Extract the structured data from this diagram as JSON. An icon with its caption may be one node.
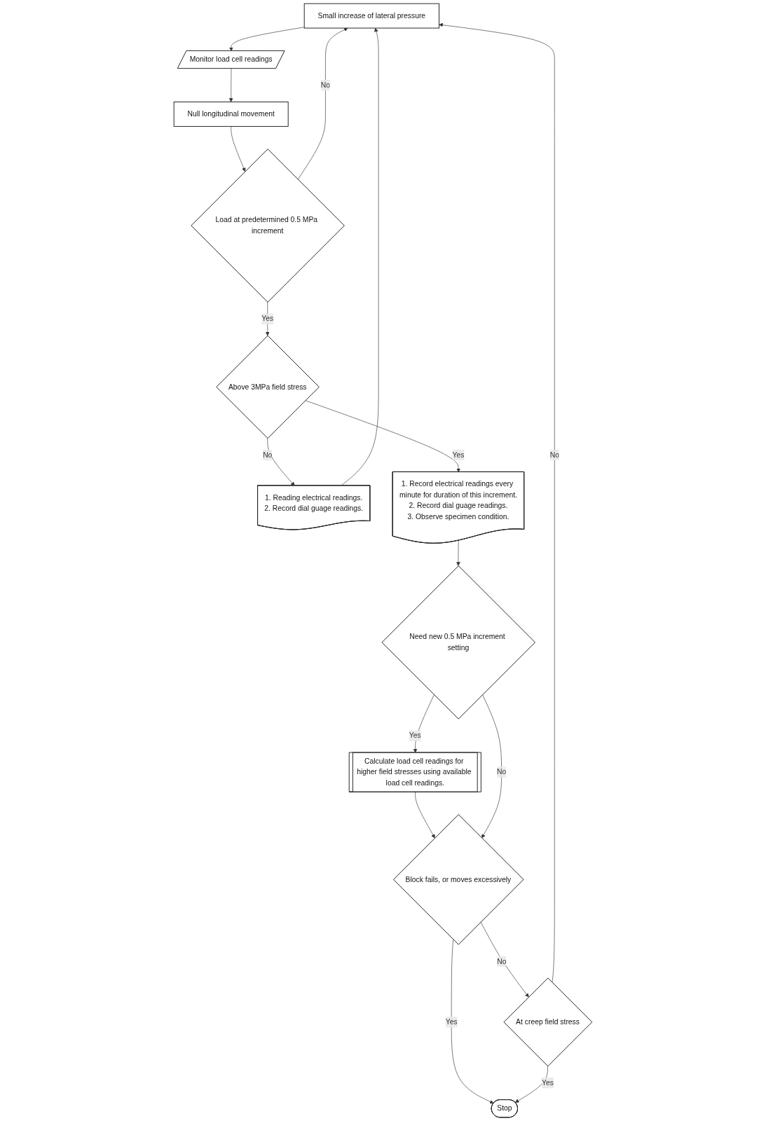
{
  "diagram": {
    "nodes": [
      {
        "text": [
          "Small increase of lateral pressure"
        ]
      },
      {
        "text": [
          "Monitor load cell readings"
        ]
      },
      {
        "text": [
          "Null longitudinal movement"
        ]
      },
      {
        "text": [
          "Load at predetermined 0.5 MPa increment"
        ]
      },
      {
        "text": [
          "Above 3MPa field stress"
        ]
      },
      {
        "text": [
          "1. Reading electrical readings.",
          "2. Record dial guage readings."
        ]
      },
      {
        "text": [
          "1. Record electrical readings every minute for duration of this increment.",
          "2. Record dial guage readings.",
          "3. Observe specimen condition."
        ]
      },
      {
        "text": [
          "Need new 0.5 MPa increment setting"
        ]
      },
      {
        "text": [
          "Calculate load cell readings for higher field stresses using available load cell readings."
        ]
      },
      {
        "text": [
          "Block fails, or moves excessively"
        ]
      },
      {
        "text": [
          "Stop"
        ]
      },
      {
        "text": [
          "At creep field stress"
        ]
      }
    ],
    "edges": [
      {
        "from": 0,
        "to": 1,
        "arrow": "to"
      },
      {
        "from": 1,
        "to": 2,
        "arrow": "to"
      },
      {
        "from": 2,
        "to": 3,
        "arrow": "to"
      },
      {
        "from": 3,
        "to": 0,
        "label": "No",
        "arrow": "to"
      },
      {
        "from": 3,
        "to": 4,
        "label": "Yes",
        "arrow": "to"
      },
      {
        "from": 4,
        "to": 5,
        "label": "No",
        "arrow": "to"
      },
      {
        "from": 5,
        "to": 0,
        "arrow": "to"
      },
      {
        "from": 4,
        "to": 6,
        "label": "Yes",
        "arrow": "to"
      },
      {
        "from": 6,
        "to": 7,
        "arrow": "to"
      },
      {
        "from": 7,
        "to": 8,
        "label": "Yes",
        "arrow": "to"
      },
      {
        "from": 8,
        "to": 9,
        "arrow": "to"
      },
      {
        "from": 7,
        "to": 9,
        "label": "No",
        "arrow": "to"
      },
      {
        "from": 9,
        "to": 10,
        "label": "Yes",
        "arrow": "to"
      },
      {
        "from": 9,
        "to": 11,
        "label": "No",
        "arrow": "to"
      },
      {
        "from": 11,
        "to": 10,
        "label": "Yes",
        "arrow": "to"
      },
      {
        "from": 11,
        "to": 0,
        "label": "No",
        "arrow": "to"
      }
    ]
  }
}
